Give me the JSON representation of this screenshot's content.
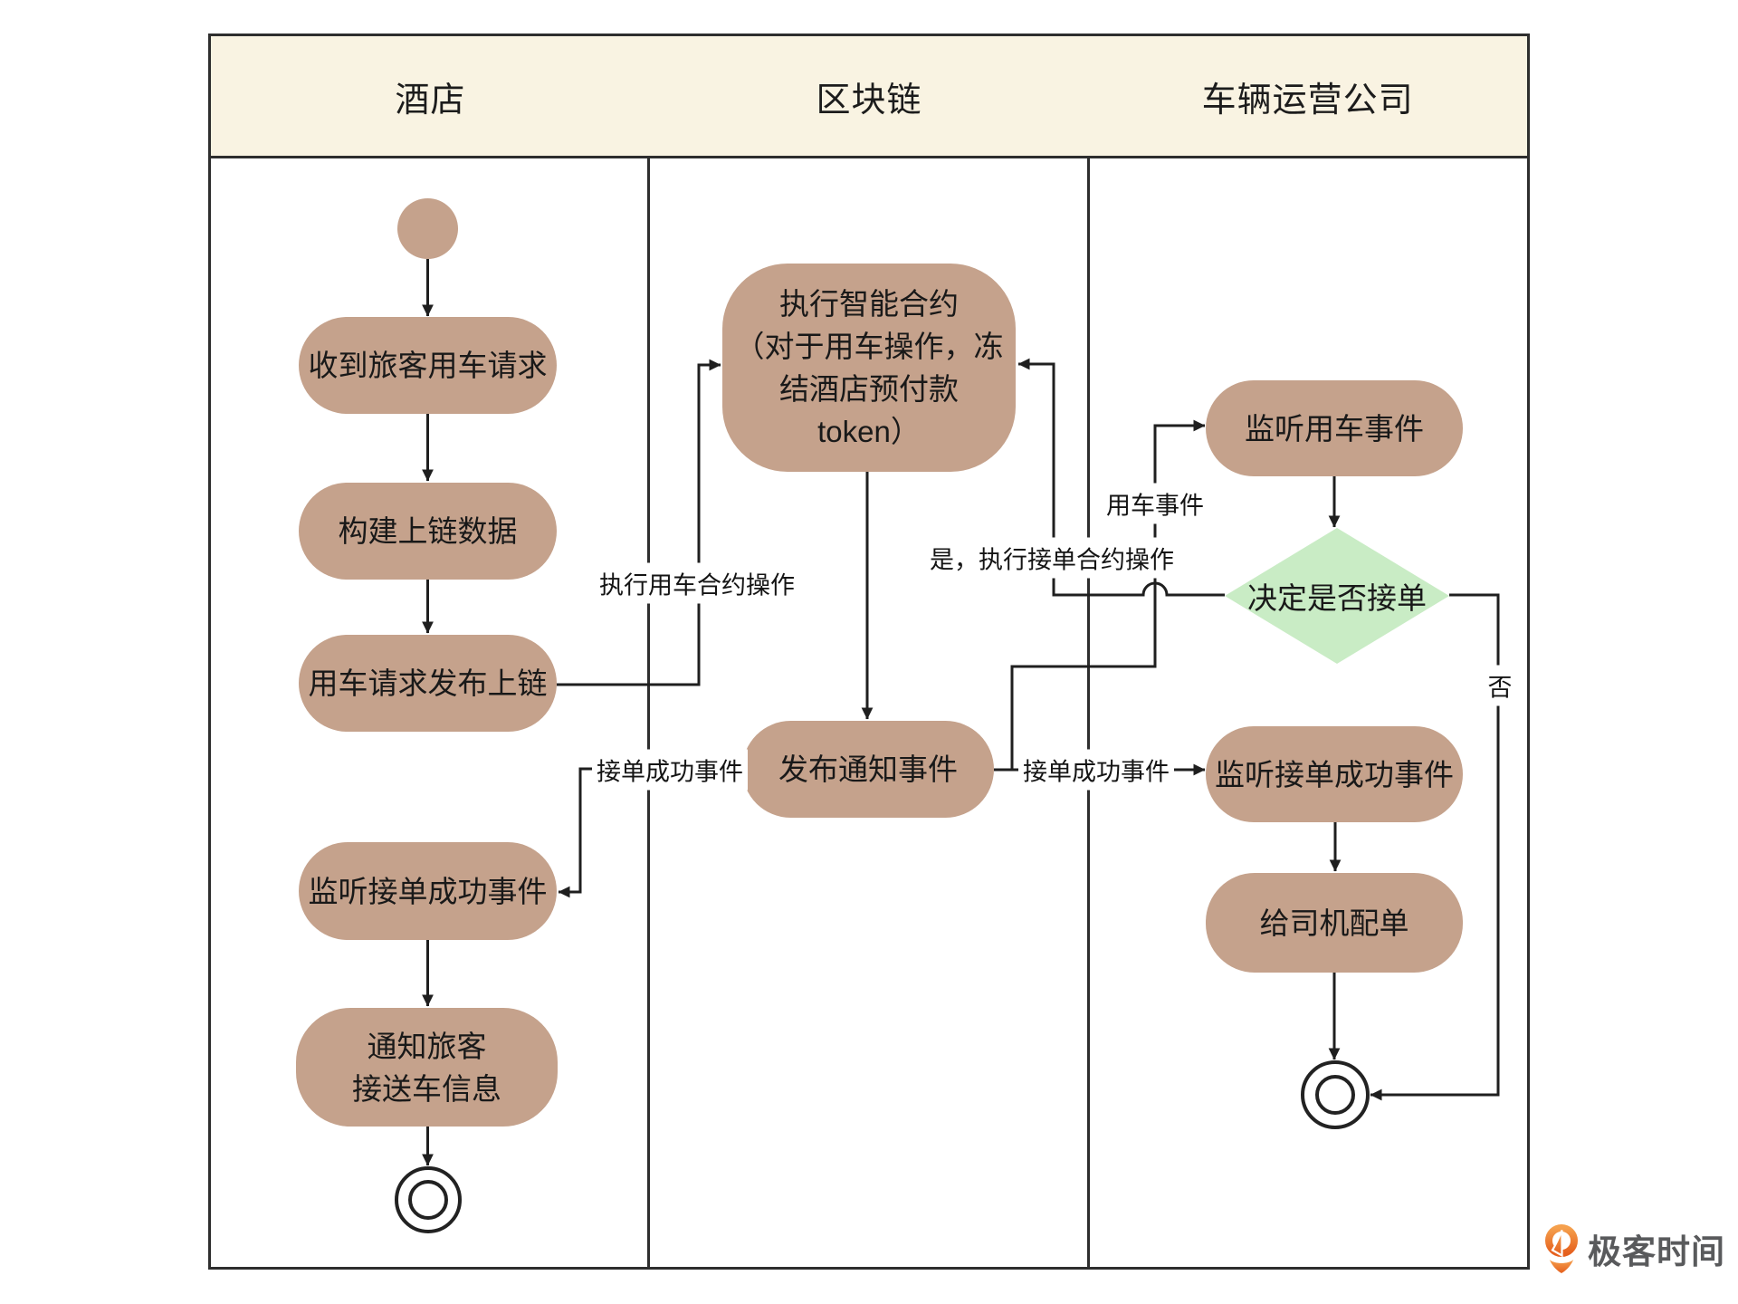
{
  "diagram": {
    "lanes": [
      {
        "title": "酒店"
      },
      {
        "title": "区块链"
      },
      {
        "title": "车辆运营公司"
      }
    ],
    "nodes": {
      "receive_request": {
        "label": "收到旅客用车请求"
      },
      "build_chain_data": {
        "label": "构建上链数据"
      },
      "publish_request": {
        "label": "用车请求发布上链"
      },
      "hotel_listen_success": {
        "label": "监听接单成功事件"
      },
      "notify_traveler": {
        "lines": [
          "通知旅客",
          "接送车信息"
        ]
      },
      "execute_contract": {
        "lines": [
          "执行智能合约",
          "（对于用车操作，冻",
          "结酒店预付款",
          "token）"
        ]
      },
      "publish_notice": {
        "label": "发布通知事件"
      },
      "listen_car_event": {
        "label": "监听用车事件"
      },
      "decide_accept": {
        "label": "决定是否接单"
      },
      "vehicle_listen_success": {
        "label": "监听接单成功事件"
      },
      "assign_driver": {
        "label": "给司机配单"
      }
    },
    "edge_labels": {
      "execute_car_contract": "执行用车合约操作",
      "car_event": "用车事件",
      "yes_execute_accept": "是，执行接单合约操作",
      "accept_success_left": "接单成功事件",
      "accept_success_right": "接单成功事件",
      "no": "否"
    },
    "colors": {
      "activity_fill": "#c5a28c",
      "decision_fill": "#c9ecc5",
      "header_fill": "#f9f3e2",
      "border": "#2e2e2e",
      "line": "#1f1f1f",
      "text": "#191919"
    }
  },
  "logo": {
    "text": "极客时间",
    "orange": "#ec6f1f",
    "gray": "#595a5c"
  }
}
